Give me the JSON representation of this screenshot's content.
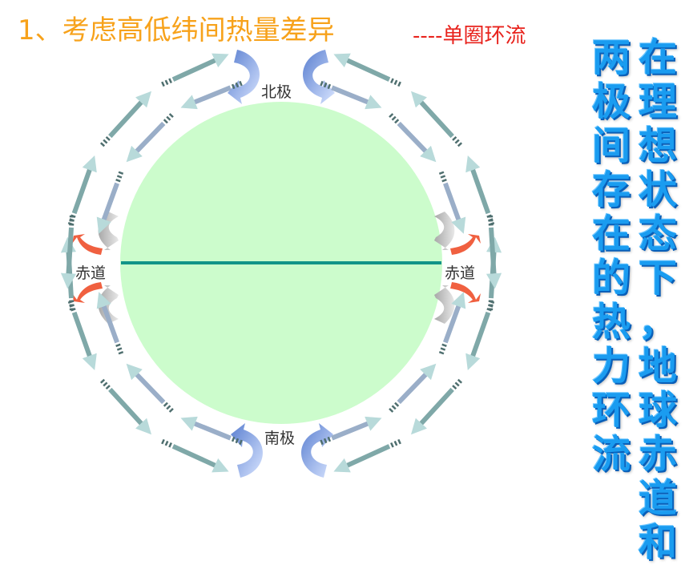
{
  "title": "1、考虑高低纬间热量差异",
  "subtitle": "----单圈环流",
  "labels": {
    "north_pole": "北极",
    "south_pole": "南极",
    "equator_left": "赤道",
    "equator_right": "赤道"
  },
  "side_text": {
    "column_right": "在理想状态下，地球赤道和",
    "column_left": "两极间存在的热力环流"
  },
  "colors": {
    "title": "#f7a21b",
    "subtitle": "#e8231d",
    "earth": "#ccfccc",
    "equator_line": "#129488",
    "side_text": "#1a9cf0",
    "upper_air_arrow": "#7fa8a8",
    "surface_wind_arrow": "#9aaec8",
    "descending_arrow": "#8aa6e6",
    "rising_arrow": "#f06040"
  }
}
